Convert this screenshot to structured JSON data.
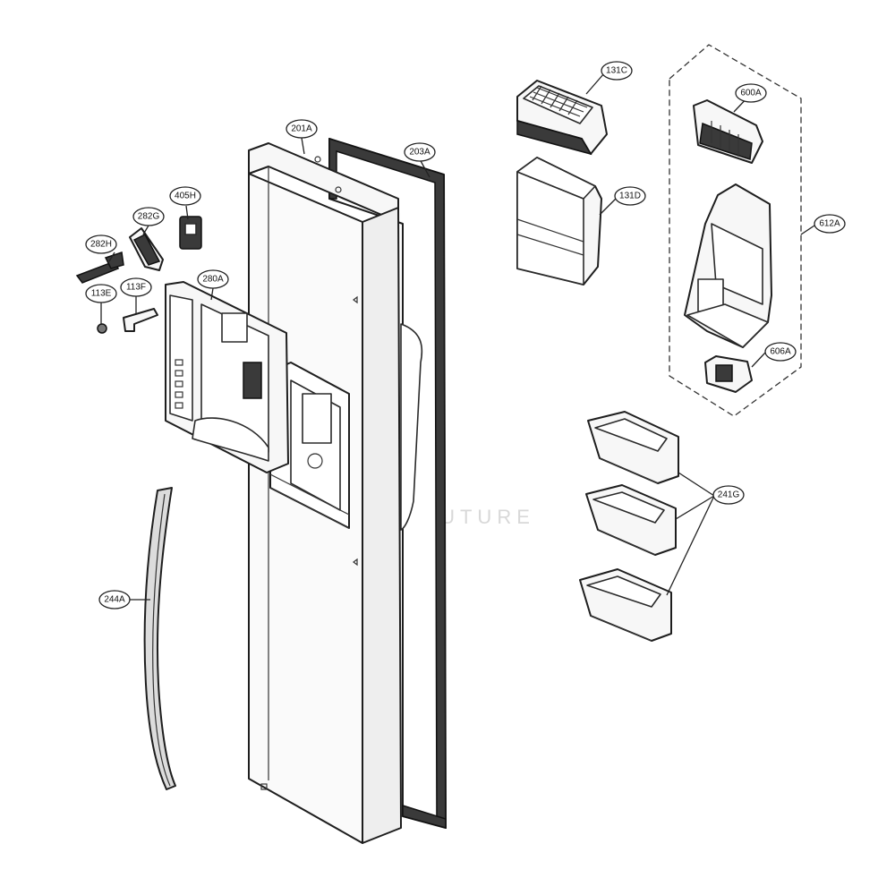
{
  "diagram": {
    "callouts": [
      {
        "id": "131C",
        "label": "131C"
      },
      {
        "id": "131D",
        "label": "131D"
      },
      {
        "id": "600A",
        "label": "600A"
      },
      {
        "id": "612A",
        "label": "612A"
      },
      {
        "id": "606A",
        "label": "606A"
      },
      {
        "id": "241G",
        "label": "241G"
      },
      {
        "id": "201A",
        "label": "201A"
      },
      {
        "id": "203A",
        "label": "203A"
      },
      {
        "id": "405H",
        "label": "405H"
      },
      {
        "id": "282G",
        "label": "282G"
      },
      {
        "id": "282H",
        "label": "282H"
      },
      {
        "id": "280A",
        "label": "280A"
      },
      {
        "id": "113F",
        "label": "113F"
      },
      {
        "id": "113E",
        "label": "113E"
      },
      {
        "id": "244A",
        "label": "244A"
      }
    ],
    "watermark": "LGPARTSFUTURE"
  }
}
